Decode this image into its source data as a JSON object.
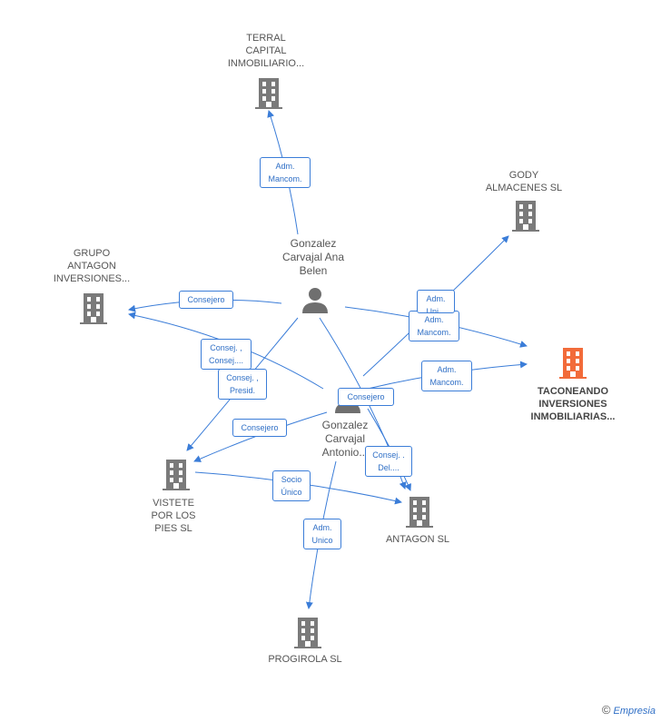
{
  "colors": {
    "edge": "#3b7dd8",
    "company": "#7a7a7a",
    "focus_company": "#f26b3a",
    "person": "#6f6f6f"
  },
  "nodes": {
    "terral": "TERRAL\nCAPITAL\nINMOBILIARIO...",
    "gody": "GODY\nALMACENES  SL",
    "grupo_antagon": "GRUPO\nANTAGON\nINVERSIONES...",
    "taconeando": "TACONEANDO\nINVERSIONES\nINMOBILIARIAS...",
    "vistete": "VISTETE\nPOR LOS\nPIES  SL",
    "antagon": "ANTAGON SL",
    "progirola": "PROGIROLA  SL",
    "person_ana": "Gonzalez\nCarvajal Ana\nBelen",
    "person_antonio": "Gonzalez\nCarvajal\nAntonio..."
  },
  "edges": {
    "e1": "Adm.\nMancom.",
    "e2": "Adm.\nMancom.",
    "e3": "Adm.\nMancom.",
    "e4": "Adm.\nUni...",
    "e5": "Consejero",
    "e6": "Consej. ,\nConsej....",
    "e7": "Consej. ,\nPresid.",
    "e8": "Consejero",
    "e9": "Consejero",
    "e10": "Consej. .\nDel....",
    "e11": "Socio\nÚnico",
    "e12": "Adm.\nUnico"
  },
  "footer": {
    "copyright": "©",
    "brand": "Empresia"
  }
}
